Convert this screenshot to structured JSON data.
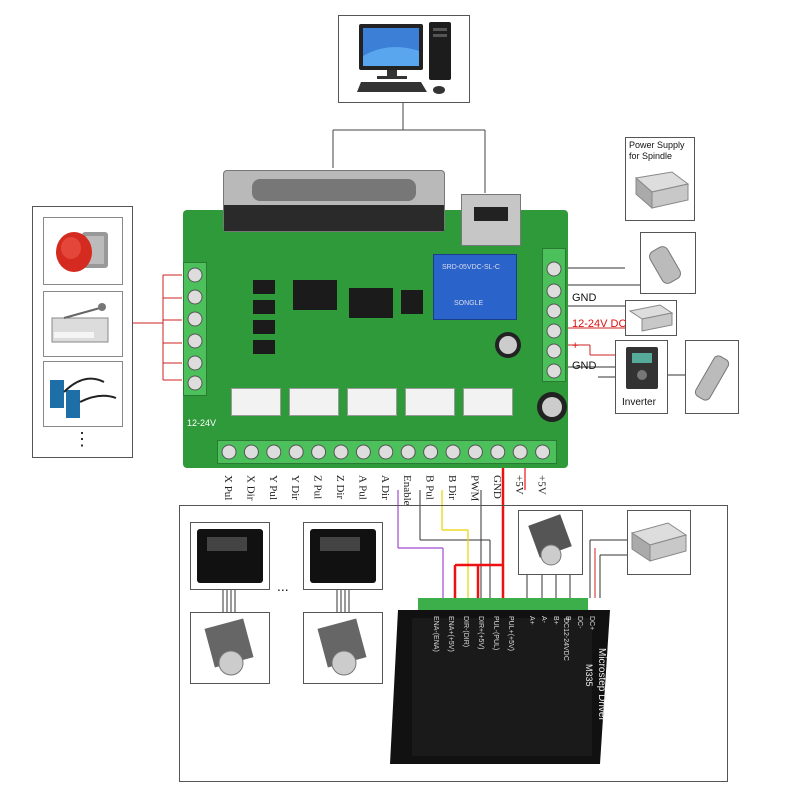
{
  "power_supply_spindle": "Power Supply\nfor Spindle",
  "gnd_top": "GND",
  "dc_label": "12-24V DC",
  "plus": "+",
  "gnd_mid": "GND",
  "inverter": "Inverter",
  "board_voltage": "12-24V",
  "terminal_labels": [
    "X Pul",
    "X Dir",
    "Y Pul",
    "Y Dir",
    "Z Pul",
    "Z Dir",
    "A Pul",
    "A Dir",
    "Enable",
    "B Pul",
    "B Dir",
    "PWM",
    "GND",
    "+5V",
    "+5V"
  ],
  "ellipsis": "...",
  "vdots": "⋮",
  "driver": {
    "title": "Microstep Driver",
    "model": "M335",
    "spec": "DC12-24VDC",
    "pins": [
      "ENA-(ENA)",
      "ENA+(+5V)",
      "DIR-(DIR)",
      "DIR+(+5V)",
      "PUL-(PUL)",
      "PUL+(+5V)"
    ],
    "motor_pins": [
      "A+",
      "A-",
      "B+",
      "B-",
      "DC-",
      "DC+"
    ]
  },
  "relay_text": "SRD-05VDC-SL-C",
  "relay_brand": "SONGLE",
  "colors": {
    "board": "#2e9a3a",
    "terminal": "#4cc05a",
    "wire_red": "#e11",
    "wire_purple": "#a14ad1",
    "wire_yellow": "#e6d400"
  }
}
